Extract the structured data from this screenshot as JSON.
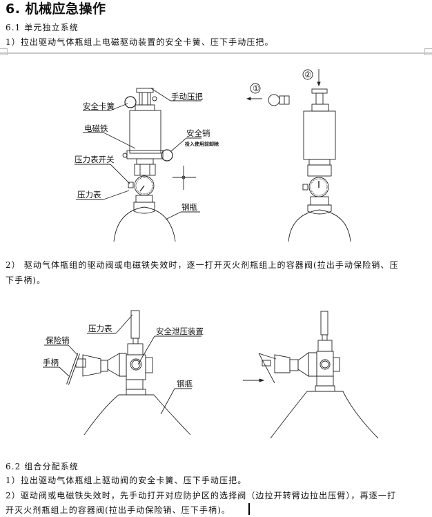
{
  "heading": "6. 机械应急操作",
  "section_6_1": {
    "title": "6.1 单元独立系统",
    "step1": "1）拉出驱动气体瓶组上电磁驱动装置的安全卡簧、压下手动压把。",
    "figure1": {
      "labels": {
        "manual_lever": "手动压把",
        "safety_clip": "安全卡簧",
        "solenoid": "电磁铁",
        "safety_pin": "安全销",
        "safety_pin_note": "投入使用前卸除",
        "gauge_switch": "压力表开关",
        "pressure_gauge": "压力表",
        "steel_cylinder": "钢瓶"
      },
      "step_markers": [
        "①",
        "②"
      ]
    },
    "step2_line1": "2） 驱动气体瓶组的驱动阀或电磁铁失效时，逐一打开灭火剂瓶组上的容器阀(拉出手动保险销、压",
    "step2_line2": "下手柄)。",
    "figure2": {
      "labels": {
        "pressure_gauge": "压力表",
        "safety_relief": "安全泄压装置",
        "safety_pin": "保险销",
        "handle": "手柄",
        "steel_cylinder": "钢瓶"
      }
    }
  },
  "section_6_2": {
    "title": "6.2 组合分配系统",
    "step1": "1）拉出驱动气体瓶组上驱动阀的安全卡簧、压下手动压把。",
    "step2_line1": "2）驱动阀或电磁铁失效时，先手动打开对应防护区的选择阀（边拉开转臂边拉出压臂），再逐一打",
    "step2_line2": "开灭火剂瓶组上的容器阀(拉出手动保险销、压下手柄)。"
  }
}
